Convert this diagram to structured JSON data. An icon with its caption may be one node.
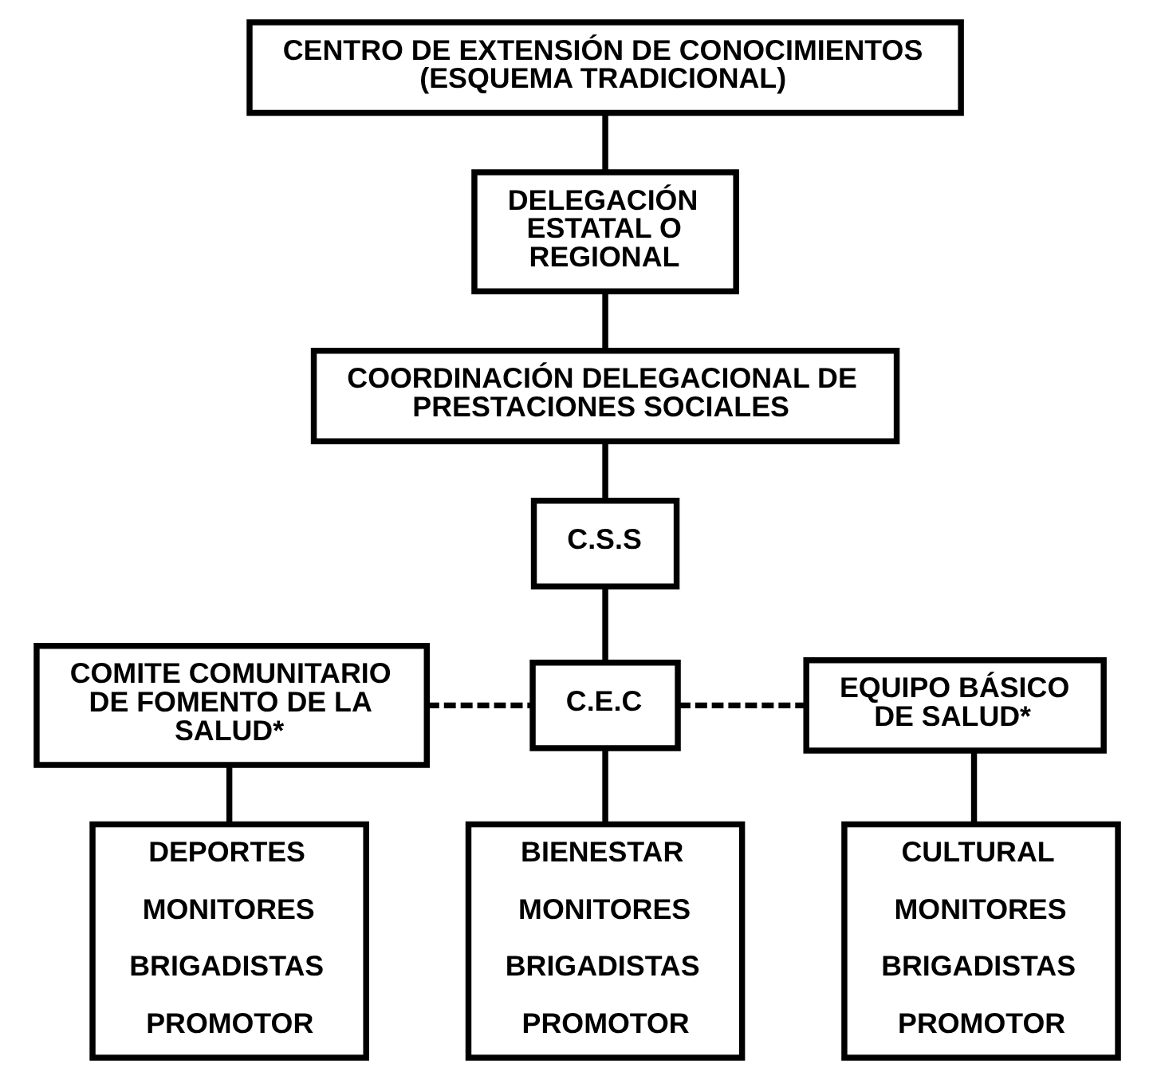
{
  "diagram": {
    "nodes": [
      {
        "text": [
          "CENTRO DE EXTENSIÓN DE CONOCIMIENTOS",
          "(ESQUEMA TRADICIONAL)"
        ]
      },
      {
        "text": [
          "DELEGACIÓN ESTATAL O REGIONAL"
        ]
      },
      {
        "text": [
          "COORDINACIÓN DELEGACIONAL DE PRESTACIONES SOCIALES"
        ]
      },
      {
        "text": [
          "C.S.S"
        ]
      },
      {
        "text": [
          "COMITE COMUNITARIO DE FOMENTO DE LA SALUD*"
        ]
      },
      {
        "text": [
          "C.E.C"
        ]
      },
      {
        "text": [
          "EQUIPO BÁSICO DE SALUD*"
        ]
      },
      {
        "text": [
          "DEPORTES",
          "MONITORES",
          "BRIGADISTAS",
          "PROMOTOR"
        ]
      },
      {
        "text": [
          "BIENESTAR",
          "MONITORES",
          "BRIGADISTAS",
          "PROMOTOR"
        ]
      },
      {
        "text": [
          "CULTURAL",
          "MONITORES",
          "BRIGADISTAS",
          "PROMOTOR"
        ]
      }
    ],
    "edges": [
      {
        "from": 0,
        "to": 1,
        "arrow": "none"
      },
      {
        "from": 1,
        "to": 2,
        "arrow": "none"
      },
      {
        "from": 2,
        "to": 3,
        "arrow": "none"
      },
      {
        "from": 3,
        "to": 5,
        "arrow": "none"
      },
      {
        "from": 4,
        "to": 5,
        "arrow": "none",
        "style": "dashed"
      },
      {
        "from": 5,
        "to": 6,
        "arrow": "none",
        "style": "dashed"
      },
      {
        "from": 4,
        "to": 7,
        "arrow": "none"
      },
      {
        "from": 5,
        "to": 8,
        "arrow": "none"
      },
      {
        "from": 6,
        "to": 9,
        "arrow": "none"
      }
    ]
  }
}
